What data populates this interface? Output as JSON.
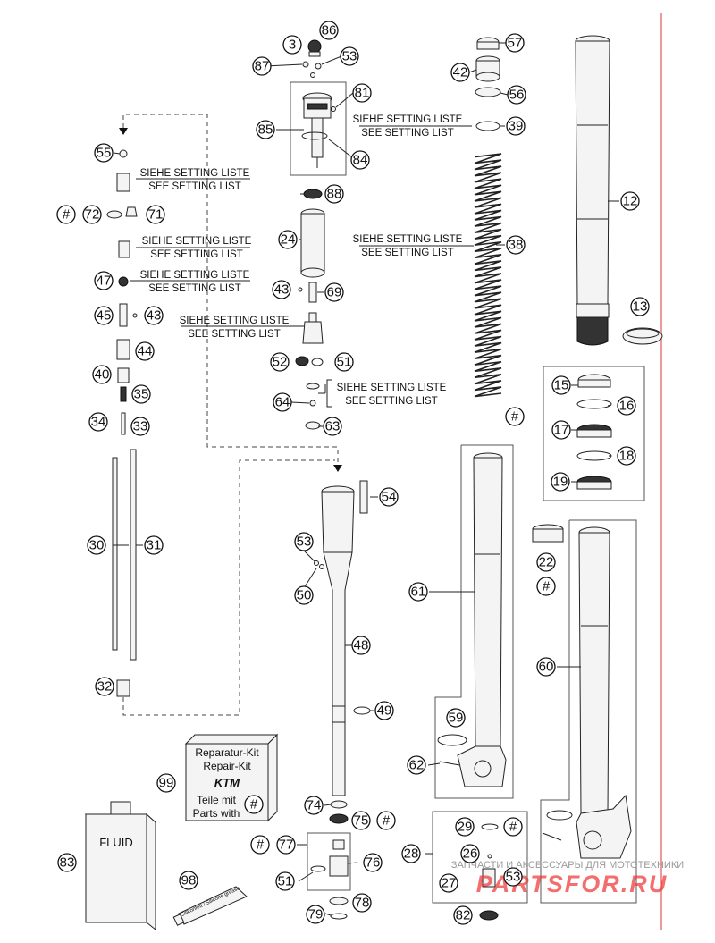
{
  "notes": {
    "setting_de": "SIEHE SETTING LISTE",
    "setting_en": "SEE SETTING LIST"
  },
  "repair_kit": {
    "line1": "Reparatur-Kit",
    "line2": "Repair-Kit",
    "brand": "KTM",
    "line3": "Teile mit",
    "line4": "Parts with"
  },
  "fluid_label": "FLUID",
  "grease_label": "Silikonfett / Silicone grease",
  "watermark": {
    "text": "ЗАПЧАСТИ И АКСЕССУАРЫ ДЛЯ МОТОТЕХНИКИ",
    "logo": "PARTSFOR.RU"
  },
  "callouts": {
    "c3": "3",
    "c86": "86",
    "c87": "87",
    "c53a": "53",
    "c81": "81",
    "c85": "85",
    "c84": "84",
    "c57": "57",
    "c42": "42",
    "c56": "56",
    "c39": "39",
    "c12": "12",
    "c38": "38",
    "c13": "13",
    "c55": "55",
    "c72": "72",
    "c71": "71",
    "h72": "#",
    "c88": "88",
    "c24": "24",
    "c47": "47",
    "c43a": "43",
    "c69": "69",
    "c45": "45",
    "c43b": "43",
    "c44": "44",
    "c40": "40",
    "c35": "35",
    "c34": "34",
    "c33": "33",
    "c52": "52",
    "c51a": "51",
    "c64": "64",
    "c63": "63",
    "c15": "15",
    "c16": "16",
    "h15": "#",
    "c17": "17",
    "c18": "18",
    "c19": "19",
    "c54": "54",
    "c53b": "53",
    "c50": "50",
    "c30": "30",
    "c31": "31",
    "c22": "22",
    "h22": "#",
    "c61": "61",
    "c60": "60",
    "c48": "48",
    "c32": "32",
    "c49": "49",
    "c59": "59",
    "c62": "62",
    "c99": "99",
    "c74": "74",
    "c75": "75",
    "h75": "#",
    "c29": "29",
    "h29": "#",
    "c28": "28",
    "c26": "26",
    "c77": "77",
    "h77": "#",
    "c76": "76",
    "c83": "83",
    "c51b": "51",
    "c27": "27",
    "c53c": "53",
    "c98": "98",
    "c78": "78",
    "c79": "79",
    "c82": "82",
    "hkit": "#"
  }
}
